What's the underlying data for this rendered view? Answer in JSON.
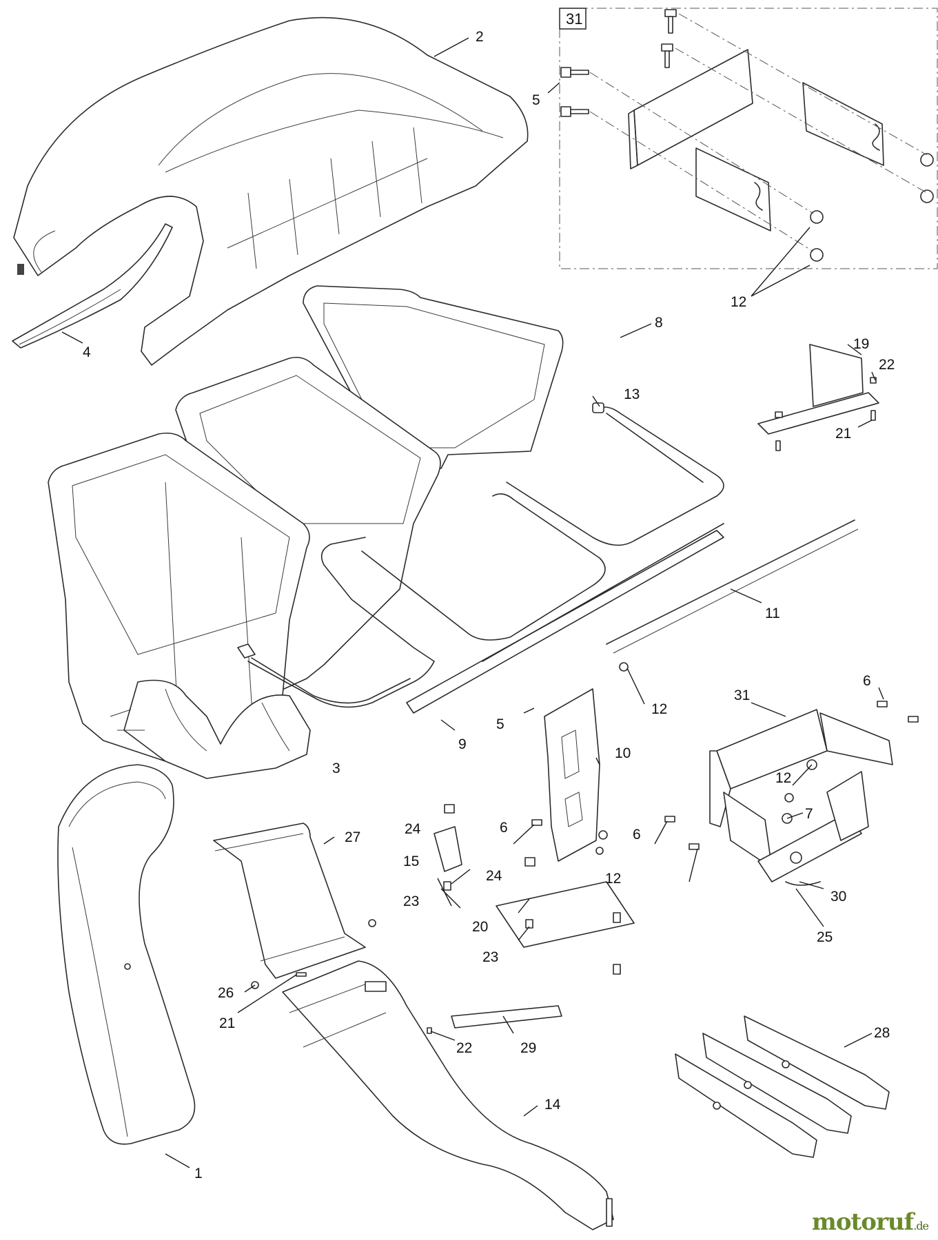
{
  "diagram": {
    "inset_label": "31",
    "callouts": [
      "1",
      "2",
      "3",
      "4",
      "5",
      "5",
      "6",
      "6",
      "6",
      "7",
      "8",
      "9",
      "10",
      "11",
      "12",
      "12",
      "12",
      "12",
      "13",
      "14",
      "15",
      "19",
      "20",
      "21",
      "21",
      "22",
      "22",
      "23",
      "23",
      "24",
      "24",
      "25",
      "26",
      "27",
      "28",
      "29",
      "30",
      "31"
    ]
  },
  "watermark": {
    "brand": "motoruf",
    "domain": ".de"
  }
}
